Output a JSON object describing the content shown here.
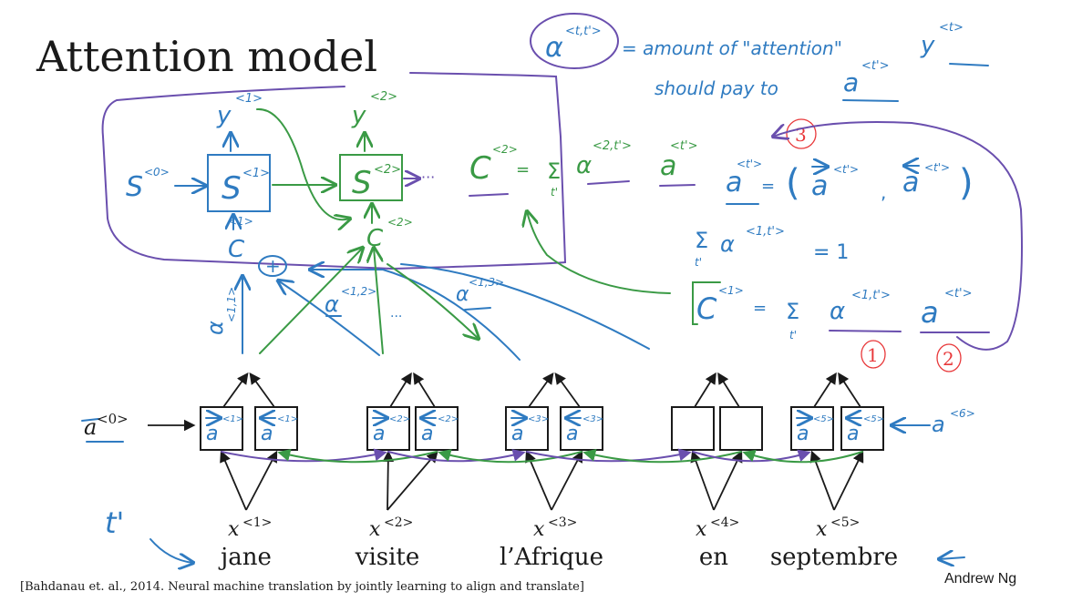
{
  "slide": {
    "title": "Attention model",
    "author": "Andrew Ng",
    "citation": "[Bahdanau et. al., 2014. Neural machine translation by jointly learning to align and translate]"
  },
  "colors": {
    "blue_ink": "#2f7bc1",
    "green_ink": "#3a9a45",
    "purple_ink": "#6a4fae",
    "red_ink": "#e8383a",
    "black": "#1a1a1a"
  },
  "definition": {
    "symbol": "α",
    "symbol_sup": "<t,t'>",
    "line1": "= amount of \"attention\"",
    "target": "y",
    "target_sup": "<t>",
    "line2": "should pay to",
    "source": "a",
    "source_sup": "<t'>"
  },
  "decoder": {
    "s0": "S",
    "s0_sup": "<0>",
    "cells": [
      {
        "label": "S",
        "sup": "<1>",
        "output": "y",
        "output_sup": "<1>",
        "context": "C",
        "context_sup": "<1>",
        "color": "blue"
      },
      {
        "label": "S",
        "sup": "<2>",
        "output": "y",
        "output_sup": "<2>",
        "context": "C",
        "context_sup": "<2>",
        "color": "green"
      }
    ],
    "ellipsis": "···",
    "plus": "+"
  },
  "weights": [
    {
      "label": "α",
      "sup": "<1,1>"
    },
    {
      "label": "α",
      "sup": "<1,2>"
    },
    {
      "label": "α",
      "sup": "<1,3>"
    }
  ],
  "weights_ellipsis": "···",
  "equations": {
    "c2": {
      "lhs": "C",
      "lhs_sup": "<2>",
      "eq": "=",
      "sum": "Σ",
      "sum_sub": "t'",
      "alpha": "α",
      "alpha_sup": "<2,t'>",
      "a": "a",
      "a_sup": "<t'>"
    },
    "a_concat": {
      "lhs": "a",
      "lhs_sup": "<t'>",
      "eq": "=",
      "open": "(",
      "fwd": "a",
      "fwd_sup": "<t'>",
      "comma": ",",
      "bwd": "a",
      "bwd_sup": "<t'>",
      "close": ")"
    },
    "sum_constraint": {
      "sum": "Σ",
      "sum_sub": "t'",
      "alpha": "α",
      "alpha_sup": "<1,t'>",
      "rhs": "= 1"
    },
    "c1": {
      "lhs": "C",
      "lhs_sup": "<1>",
      "eq": "=",
      "sum": "Σ",
      "sum_sub": "t'",
      "alpha": "α",
      "alpha_sup": "<1,t'>",
      "a": "a",
      "a_sup": "<t'>"
    }
  },
  "steps": [
    "1",
    "2",
    "3"
  ],
  "encoder": {
    "a0": "a",
    "a0_sup": "<0>",
    "a6": "a",
    "a6_sup": "<6>",
    "groups": [
      {
        "fwd": "a",
        "fwd_sup": "<1>",
        "bwd": "a",
        "bwd_sup": "<1>",
        "x": "x",
        "x_sup": "<1>",
        "word": "jane"
      },
      {
        "fwd": "a",
        "fwd_sup": "<2>",
        "bwd": "a",
        "bwd_sup": "<2>",
        "x": "x",
        "x_sup": "<2>",
        "word": "visite"
      },
      {
        "fwd": "a",
        "fwd_sup": "<3>",
        "bwd": "a",
        "bwd_sup": "<3>",
        "x": "x",
        "x_sup": "<3>",
        "word": "l’Afrique"
      },
      {
        "fwd": "",
        "fwd_sup": "",
        "bwd": "",
        "bwd_sup": "",
        "x": "x",
        "x_sup": "<4>",
        "word": "en"
      },
      {
        "fwd": "a",
        "fwd_sup": "<5>",
        "bwd": "a",
        "bwd_sup": "<5>",
        "x": "x",
        "x_sup": "<5>",
        "word": "septembre"
      }
    ]
  },
  "t_prime_label": "t'"
}
